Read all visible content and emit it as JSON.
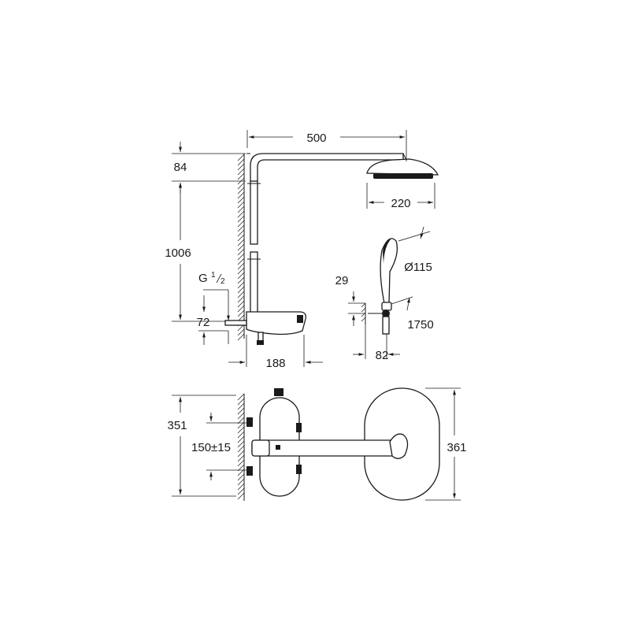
{
  "dimensions": {
    "width_arm": "500",
    "top_offset": "84",
    "total_height": "1006",
    "head_diameter": "220",
    "hand_diameter": "Ø115",
    "hand_offset": "29",
    "hose_length": "1750",
    "holder_depth": "82",
    "thread": "G",
    "thread_sup": "1",
    "thread_sub": "2",
    "inlet_offset": "72",
    "projection": "188",
    "thermostat_height": "351",
    "inlet_spacing": "150±15",
    "rear_height": "361"
  }
}
